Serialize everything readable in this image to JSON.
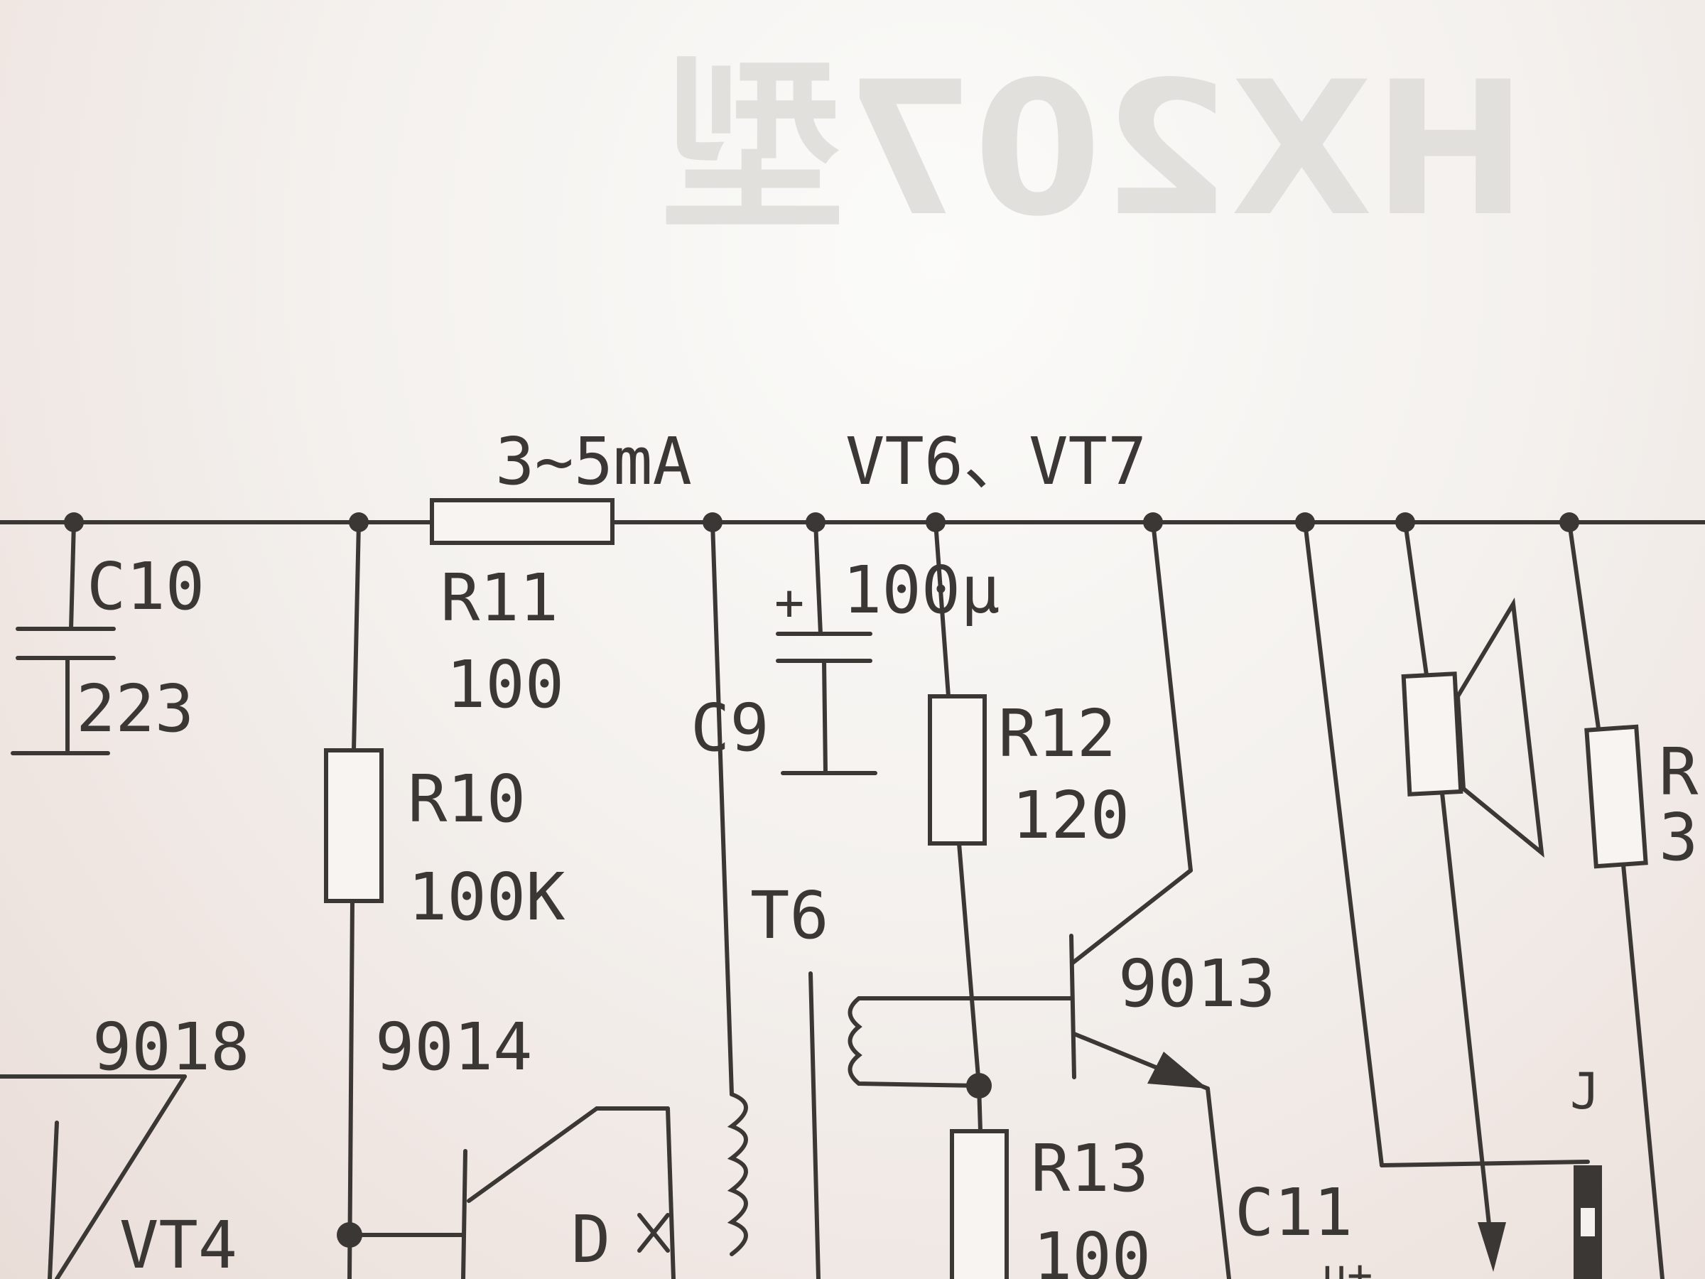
{
  "ghost_text": "HX207型",
  "labels": {
    "current": "3~5mA",
    "transistors": "VT6、VT7",
    "c10": "C10",
    "c10_value": "223",
    "r11": "R11",
    "r11_value": "100",
    "r10": "R10",
    "r10_value": "100K",
    "c9": "C9",
    "c9_value": "100μ",
    "c9_plus": "+",
    "r12": "R12",
    "r12_value": "120",
    "t6": "T6",
    "q9013": "9013",
    "q9018": "9018",
    "q9014": "9014",
    "vt4": "VT4",
    "d": "D",
    "r13": "R13",
    "r13_value": "100",
    "c11": "C11",
    "c11_sub": "μ+",
    "j": "J",
    "r_right": "R",
    "r_right_value": "3"
  },
  "colors": {
    "ink": "#3b3735",
    "paper": "#f4f1ee"
  }
}
